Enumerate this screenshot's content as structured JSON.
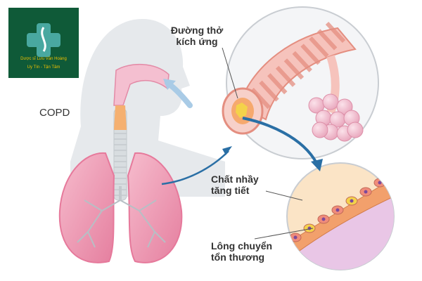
{
  "logo": {
    "text": "Dược sĩ Lưu Văn Hoàng",
    "slogan": "Uy Tín - Tận Tâm",
    "colors": {
      "background": "#0f5a38",
      "cross": "#49a8a0",
      "text": "#f0c000"
    },
    "icon": "medical-cross-icon"
  },
  "condition": "COPD",
  "labels": {
    "irritated_airway": [
      "Đường thở",
      "kích ứng"
    ],
    "mucus": [
      "Chất nhầy",
      "tăng tiết"
    ],
    "cilia": [
      "Lông chuyển",
      "tổn thương"
    ]
  },
  "colors": {
    "silhouette": "#e6e9ec",
    "lung": "#f2a3bb",
    "lung_edge": "#e6799b",
    "trachea": "#d8dde0",
    "airway_stripe": "#e48e80",
    "arrow": "#2a6fa5",
    "mucus": "#fbe4c6"
  }
}
